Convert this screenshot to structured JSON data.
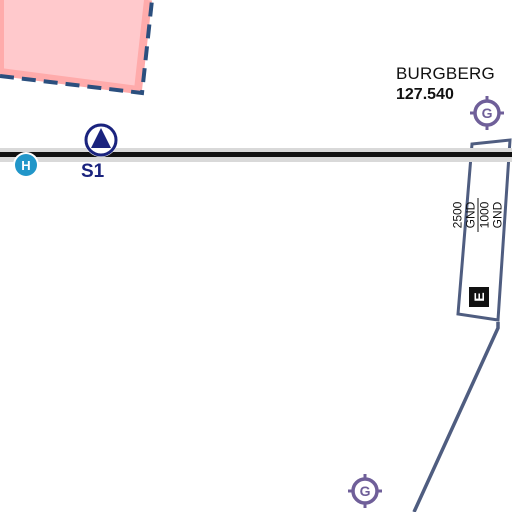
{
  "map": {
    "colors": {
      "background": "#ffffff",
      "restricted_area_fill": "#ffc9cc",
      "restricted_area_border": "#ffabab",
      "restricted_area_dash": "#2b4f7e",
      "route_line": "#111111",
      "route_casing": "#d9d9d9",
      "navaid": "#6f5f99",
      "reporting_point": "#1a237e",
      "heliport": "#2196c9",
      "airspace_box": "#4f5d80"
    },
    "reporting_point": {
      "name": "S1",
      "icon": "compulsory-reporting-triangle-icon"
    },
    "heliport": {
      "letter": "H",
      "icon": "heliport-icon"
    },
    "navaid_station": {
      "name": "BURGBERG",
      "frequency": "127.540",
      "icon": "gps-waypoint-icon"
    },
    "navaid_secondary": {
      "letter": "G",
      "icon": "gps-waypoint-icon"
    },
    "airspace": {
      "upper_limit": "2500 GND",
      "lower_limit": "1000 GND",
      "class": "E"
    }
  }
}
